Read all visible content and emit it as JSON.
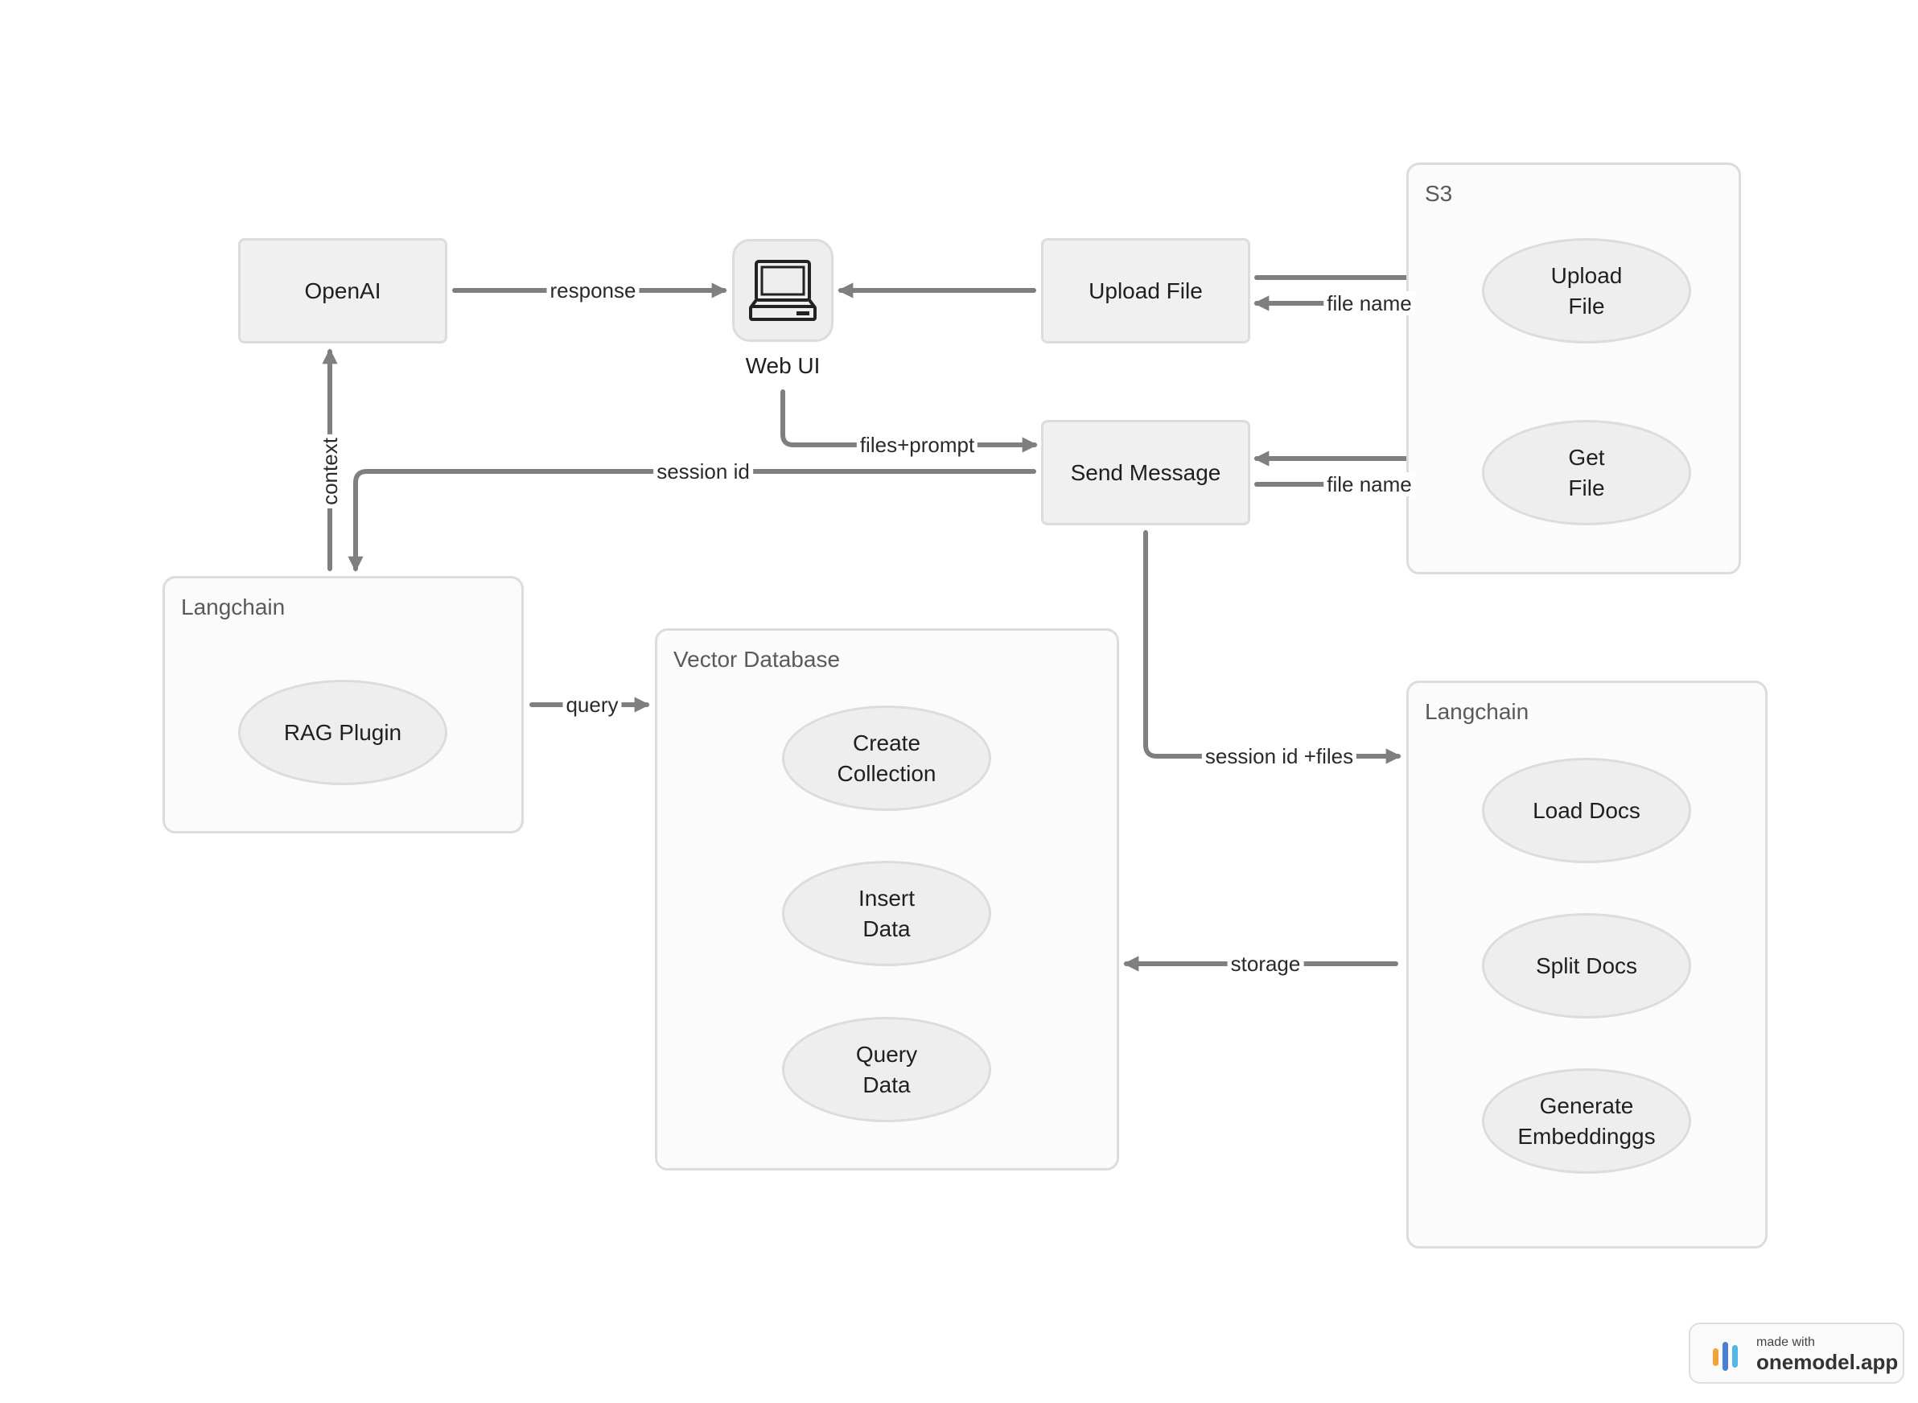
{
  "nodes": {
    "openai": "OpenAI",
    "web_ui": "Web UI",
    "upload_file": "Upload File",
    "send_message": "Send Message"
  },
  "groups": {
    "s3": {
      "title": "S3",
      "items": [
        "Upload\nFile",
        "Get\nFile"
      ]
    },
    "langchain_rag": {
      "title": "Langchain",
      "items": [
        "RAG Plugin"
      ]
    },
    "vector_database": {
      "title": "Vector Database",
      "items": [
        "Create\nCollection",
        "Insert\nData",
        "Query\nData"
      ]
    },
    "langchain_docs": {
      "title": "Langchain",
      "items": [
        "Load Docs",
        "Split Docs",
        "Generate\nEmbeddinggs"
      ]
    }
  },
  "edge_labels": {
    "response": "response",
    "file_name_upload": "file name",
    "files_prompt": "files+prompt",
    "session_id": "session id",
    "file_name_get": "file name",
    "context": "context",
    "query": "query",
    "session_id_files": "session id +files",
    "storage": "storage"
  },
  "badge": {
    "small": "made with",
    "big": "onemodel.app"
  },
  "colors": {
    "edge": "#7f7f7f",
    "node_fill": "#f0f0f0",
    "node_border": "#dcdcdc",
    "group_fill": "#fbfbfb"
  }
}
